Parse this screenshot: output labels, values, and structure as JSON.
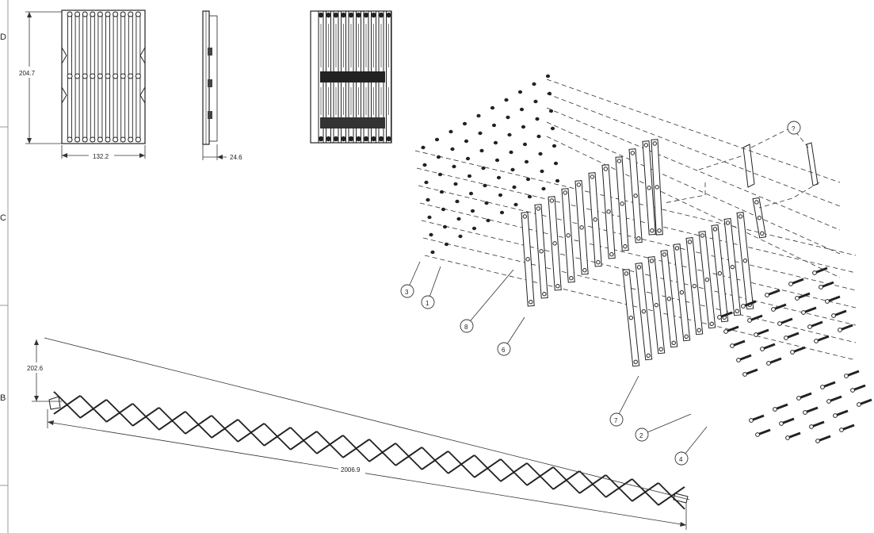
{
  "drawing": {
    "border_zone_letters": [
      "D",
      "C",
      "B"
    ],
    "front_view": {
      "height_dim": "204.7",
      "width_dim": "132.2"
    },
    "side_view": {
      "depth_dim": "24.6"
    },
    "extended_view": {
      "height_dim": "202.6",
      "length_dim": "2006.9"
    },
    "balloons": [
      "3",
      "1",
      "8",
      "6",
      "7",
      "2",
      "4",
      "?"
    ]
  }
}
